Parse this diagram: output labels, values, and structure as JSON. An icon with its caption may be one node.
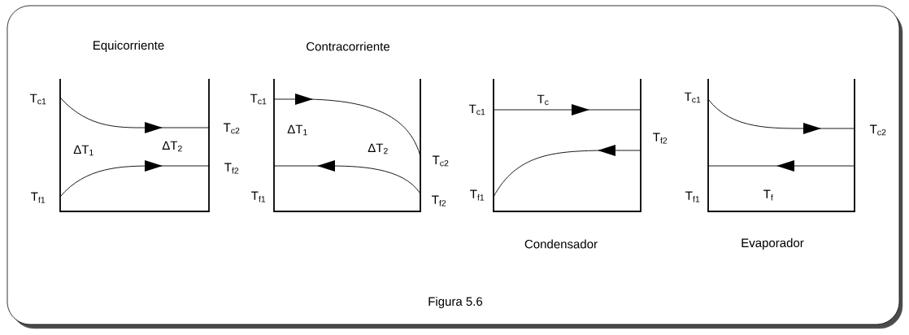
{
  "diagram": {
    "caption": "Figura 5.6",
    "labels": [
      "Equicorriente",
      "T$_{c1}$",
      "T$_{c2}$",
      "ΔT$_{1}$",
      "ΔT$_{2}$",
      "T$_{f2}$",
      "T$_{f1}$",
      "Contracorriente",
      "T$_{c1}$",
      "ΔT$_{1}$",
      "ΔT$_{2}$",
      "T$_{c2}$",
      "T$_{f1}$",
      "T$_{f2}$",
      "T$_{c1}$",
      "T$_{c}$",
      "T$_{f2}$",
      "T$_{f1}$",
      "Condensador",
      "T$_{c1}$",
      "T$_{c2}$",
      "T$_{f}$",
      "T$_{f1}$",
      "Evaporador"
    ]
  }
}
